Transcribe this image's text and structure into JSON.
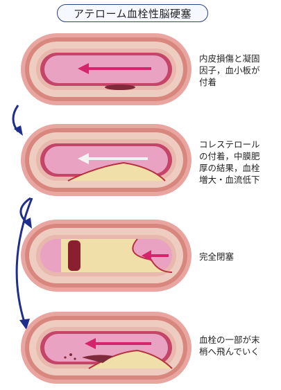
{
  "title": "アテローム血栓性脳硬塞",
  "stages": [
    {
      "caption": "内皮損傷と凝固\n因子，血小板が\n付着"
    },
    {
      "caption": "コレステロール\nの付着，中膜肥\n厚の結果，血栓\n増大・血流低下"
    },
    {
      "caption": "完全閉塞"
    },
    {
      "caption": "血栓の一部が末\n梢へ飛んでいく"
    }
  ]
}
